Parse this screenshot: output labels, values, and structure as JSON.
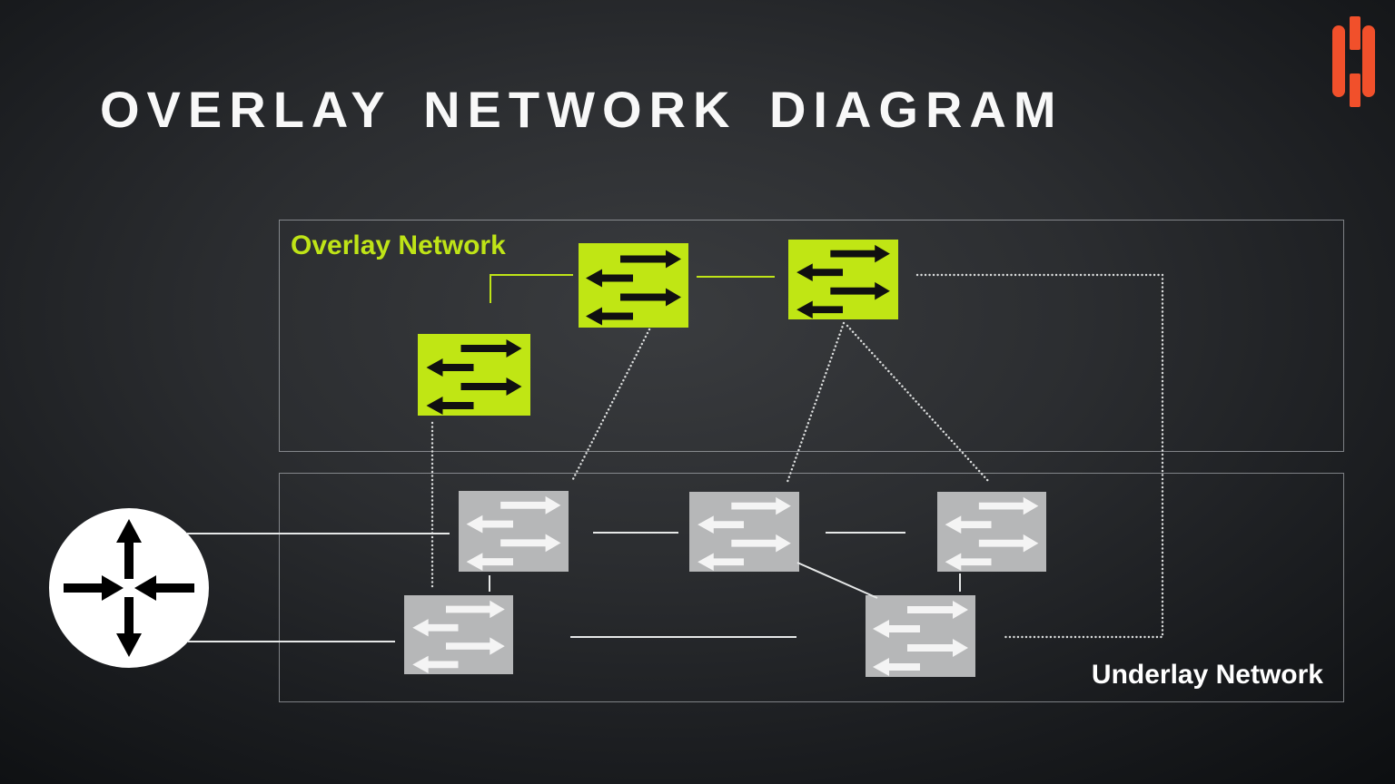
{
  "title": "OVERLAY NETWORK DIAGRAM",
  "logo": {
    "icon": "brand-h-bars-logo-icon",
    "color": "#f1502b"
  },
  "regions": {
    "overlay": {
      "label": "Overlay Network",
      "label_color": "#bfe417"
    },
    "underlay": {
      "label": "Underlay Network",
      "label_color": "#ffffff"
    }
  },
  "palette": {
    "background_center": "#3a3c3f",
    "background_edge": "#0b0d0f",
    "title_color": "#f8f8f8",
    "region_border": "#cdd2d7",
    "overlay_switch_fill": "#c0e614",
    "overlay_switch_arrow": "#101010",
    "underlay_switch_fill": "#b6b7b8",
    "underlay_switch_arrow": "#f4f4f4",
    "router_fill": "#ffffff",
    "router_arrow": "#000000",
    "connector_solid": "#e6e8e8",
    "connector_dotted": "#dcdede",
    "connector_lime": "#bfe417"
  },
  "nodes": {
    "router": {
      "icon": "router-arrows-icon"
    },
    "overlay_switches": [
      "overlay-switch-1",
      "overlay-switch-2",
      "overlay-switch-3"
    ],
    "underlay_switches": [
      "underlay-switch-1",
      "underlay-switch-2",
      "underlay-switch-3",
      "underlay-switch-4",
      "underlay-switch-5"
    ]
  },
  "links": [
    {
      "from": "overlay-switch-3",
      "to": "overlay-switch-1",
      "style": "solid-lime-elbow",
      "arrows": "both"
    },
    {
      "from": "overlay-switch-1",
      "to": "overlay-switch-2",
      "style": "solid-lime",
      "arrows": "both"
    },
    {
      "from": "overlay-switch-1",
      "to": "underlay-switch-1",
      "style": "dotted",
      "arrows": "end"
    },
    {
      "from": "overlay-switch-2",
      "to": "underlay-switch-2",
      "style": "dotted",
      "arrows": "both"
    },
    {
      "from": "overlay-switch-2",
      "to": "underlay-switch-3",
      "style": "dotted",
      "arrows": "end"
    },
    {
      "from": "overlay-switch-2",
      "to": "underlay-switch-5",
      "style": "dotted-elbow-right-loop",
      "arrows": "both"
    },
    {
      "from": "overlay-switch-3",
      "to": "underlay-switch-4",
      "style": "dotted",
      "arrows": "both"
    },
    {
      "from": "router",
      "to": "underlay-switch-1",
      "style": "solid",
      "arrows": "end"
    },
    {
      "from": "router",
      "to": "underlay-switch-4",
      "style": "solid",
      "arrows": "end"
    },
    {
      "from": "underlay-switch-1",
      "to": "underlay-switch-2",
      "style": "solid",
      "arrows": "both"
    },
    {
      "from": "underlay-switch-2",
      "to": "underlay-switch-3",
      "style": "solid",
      "arrows": "both"
    },
    {
      "from": "underlay-switch-1",
      "to": "underlay-switch-4",
      "style": "solid",
      "arrows": "both"
    },
    {
      "from": "underlay-switch-3",
      "to": "underlay-switch-5",
      "style": "solid",
      "arrows": "both"
    },
    {
      "from": "underlay-switch-2",
      "to": "underlay-switch-5",
      "style": "solid-diagonal",
      "arrows": "both"
    },
    {
      "from": "underlay-switch-4",
      "to": "underlay-switch-5",
      "style": "solid",
      "arrows": "both"
    }
  ]
}
